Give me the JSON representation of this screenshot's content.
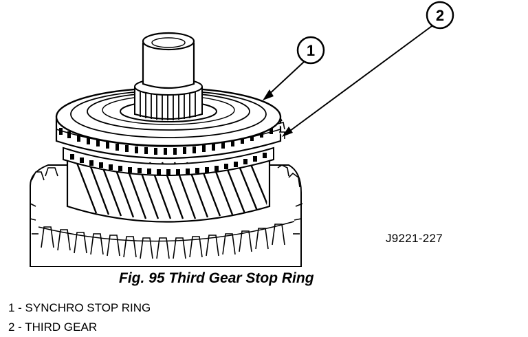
{
  "figure": {
    "drawing_code": "J9221-227",
    "caption": "Fig. 95 Third Gear Stop Ring",
    "callouts": [
      {
        "number": "1",
        "text": "SYNCHRO STOP RING"
      },
      {
        "number": "2",
        "text": "THIRD GEAR"
      }
    ],
    "legend": [
      "1 - SYNCHRO STOP RING",
      "2 - THIRD GEAR"
    ]
  }
}
